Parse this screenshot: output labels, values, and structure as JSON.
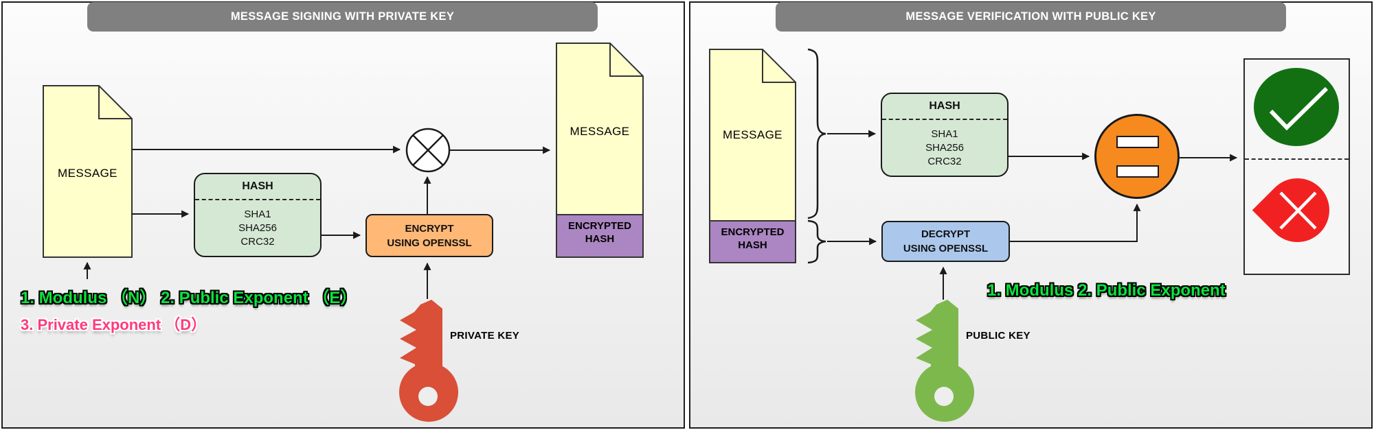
{
  "colors": {
    "title_bar": "#808080",
    "document_fill": "#ffffcc",
    "hash_fill": "#d5e8d4",
    "encrypt_fill": "#ffb876",
    "decrypt_fill": "#abc7ec",
    "encrypted_hash_fill": "#ab86c2",
    "equals_fill": "#f78a1e",
    "valid_green": "#127012",
    "invalid_red": "#f22121",
    "private_key_red": "#d94f38",
    "public_key_green": "#7db84d",
    "note_green": "#0ce23e",
    "note_pink": "#ff3a7d"
  },
  "left_panel": {
    "title": "MESSAGE SIGNING WITH PRIVATE KEY",
    "message_doc_label": "MESSAGE",
    "hash_box": {
      "title": "HASH",
      "algorithms": [
        "SHA1",
        "SHA256",
        "CRC32"
      ]
    },
    "encrypt_box": {
      "line1": "ENCRYPT",
      "line2": "USING OPENSSL"
    },
    "signed_doc": {
      "label": "MESSAGE",
      "hash_label": "ENCRYPTED HASH"
    },
    "key_label": "PRIVATE KEY",
    "note_green": "1. Modulus （N）  2. Public Exponent （E）",
    "note_pink": "3. Private Exponent （D）"
  },
  "right_panel": {
    "title": "MESSAGE VERIFICATION WITH PUBLIC KEY",
    "signed_doc": {
      "label": "MESSAGE",
      "hash_label": "ENCRYPTED HASH"
    },
    "hash_box": {
      "title": "HASH",
      "algorithms": [
        "SHA1",
        "SHA256",
        "CRC32"
      ]
    },
    "decrypt_box": {
      "line1": "DECRYPT",
      "line2": "USING OPENSSL"
    },
    "key_label": "PUBLIC KEY",
    "note_green": "1. Modulus 2. Public Exponent"
  }
}
